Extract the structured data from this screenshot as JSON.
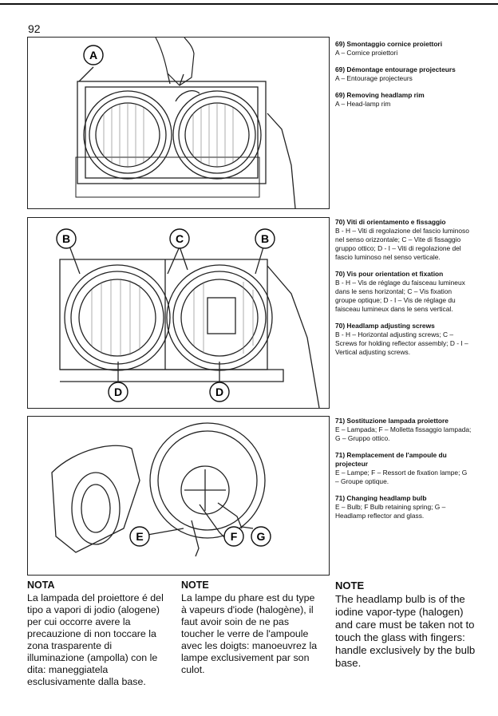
{
  "page_number": "92",
  "figures": {
    "fig69": {
      "labels": [
        "A"
      ]
    },
    "fig70": {
      "labels": [
        "B",
        "C",
        "B",
        "D",
        "D"
      ]
    },
    "fig71": {
      "labels": [
        "E",
        "F",
        "G"
      ]
    }
  },
  "captions": {
    "c69": [
      {
        "title": "69) Smontaggio cornice proiettori",
        "body": "A – Cornice proiettori"
      },
      {
        "title": "69) Démontage entourage projecteurs",
        "body": "A – Entourage projecteurs"
      },
      {
        "title": "69) Removing headlamp rim",
        "body": "A – Head-lamp rim"
      }
    ],
    "c70": [
      {
        "title": "70) Viti di orientamento e fissaggio",
        "body": "B - H – Viti di regolazione del fascio luminoso nel senso orizzontale; C – Vite di fissaggio gruppo ottico; D - I – Viti di regolazione del fascio luminoso nel senso verticale."
      },
      {
        "title": "70) Vis pour orientation et fixation",
        "body": "B - H – Vis de réglage du faisceau lumineux dans le sens horizontal; C – Vis fixation groupe optique; D - I – Vis de réglage du faisceau lumineux dans le sens vertical."
      },
      {
        "title": "70) Headlamp adjusting screws",
        "body": "B - H – Horizontal adjusting screws; C – Screws for holding reflector assembly; D - I – Vertical adjusting screws."
      }
    ],
    "c71": [
      {
        "title": "71) Sostituzione lampada proiettore",
        "body": "E – Lampada; F – Molletta fissaggio lampada; G – Gruppo ottico."
      },
      {
        "title": "71) Remplacement de l'ampoule du projecteur",
        "body": "E – Lampe; F – Ressort de fixation lampe; G – Groupe optique."
      },
      {
        "title": "71) Changing headlamp bulb",
        "body": "E – Bulb; F Bulb retaining spring; G – Headlamp reflector and glass."
      }
    ]
  },
  "notes": {
    "it": {
      "title": "NOTA",
      "body": "La lampada del proiettore é del tipo a vapori di jodio (alogene) per cui occorre avere la precauzione di non toccare la zona trasparente di illuminazione (ampolla) con le dita: maneggiatela esclusivamente dalla base."
    },
    "fr": {
      "title": "NOTE",
      "body": "La lampe du phare est du type à vapeurs d'iode (halogène), il faut avoir soin de ne pas toucher le verre de l'ampoule avec les doigts: manoeuvrez la lampe exclusivement par son culot."
    },
    "en": {
      "title": "NOTE",
      "body": "The headlamp bulb is of the iodine vapor-type (halogen) and care must be taken not to touch the glass with fingers: handle exclusively by the bulb base."
    }
  }
}
